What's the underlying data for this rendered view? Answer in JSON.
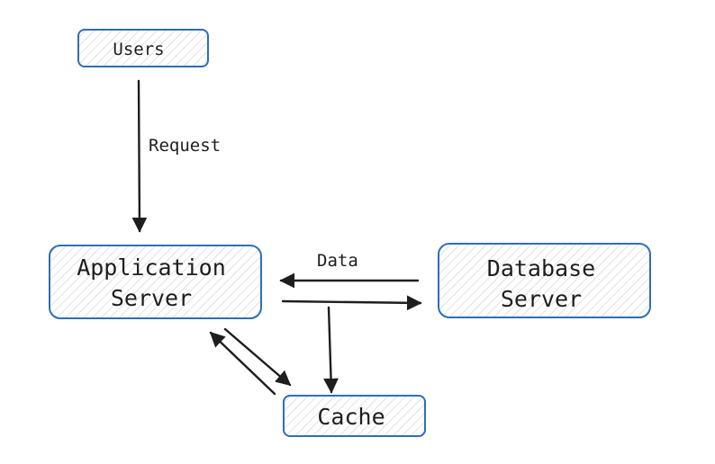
{
  "colors": {
    "box_stroke": "#2f6eb5",
    "box_hatch": "#c9cdd6",
    "arrow": "#1e1e1e",
    "text": "#1e1e1e",
    "background": "#ffffff"
  },
  "nodes": {
    "users": {
      "label": "Users"
    },
    "app_server": {
      "line1": "Application",
      "line2": "Server"
    },
    "db_server": {
      "line1": "Database",
      "line2": "Server"
    },
    "cache": {
      "label": "Cache"
    }
  },
  "edges": {
    "request": {
      "label": "Request"
    },
    "data": {
      "label": "Data"
    }
  }
}
